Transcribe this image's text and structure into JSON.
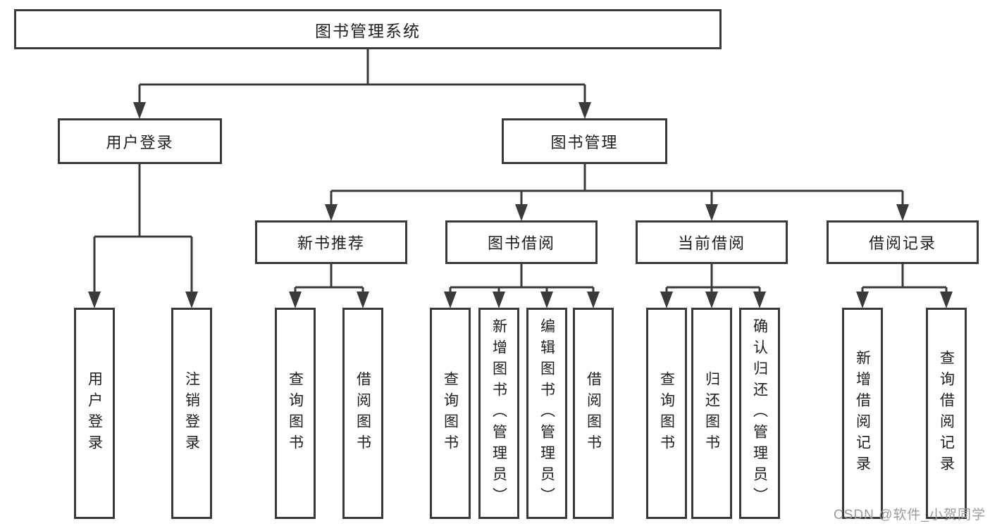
{
  "diagram": {
    "root": {
      "label": "图书管理系统"
    },
    "branches": [
      {
        "label": "用户登录",
        "children": [
          {
            "label": "用户登录"
          },
          {
            "label": "注销登录"
          }
        ]
      },
      {
        "label": "图书管理",
        "children": [
          {
            "label": "新书推荐",
            "children": [
              {
                "label": "查询图书"
              },
              {
                "label": "借阅图书"
              }
            ]
          },
          {
            "label": "图书借阅",
            "children": [
              {
                "label": "查询图书"
              },
              {
                "label": "新增图书（管理员）"
              },
              {
                "label": "编辑图书（管理员）"
              },
              {
                "label": "借阅图书"
              }
            ]
          },
          {
            "label": "当前借阅",
            "children": [
              {
                "label": "查询图书"
              },
              {
                "label": "归还图书"
              },
              {
                "label": "确认归还（管理员）"
              }
            ]
          },
          {
            "label": "借阅记录",
            "children": [
              {
                "label": "新增借阅记录"
              },
              {
                "label": "查询借阅记录"
              }
            ]
          }
        ]
      }
    ]
  },
  "watermark": {
    "text": "CSDN @软件_小贺同学"
  },
  "colors": {
    "line": "#3a3a3a",
    "text": "#1e1e1e",
    "watermark": "#9b9b9b",
    "background": "#ffffff"
  }
}
